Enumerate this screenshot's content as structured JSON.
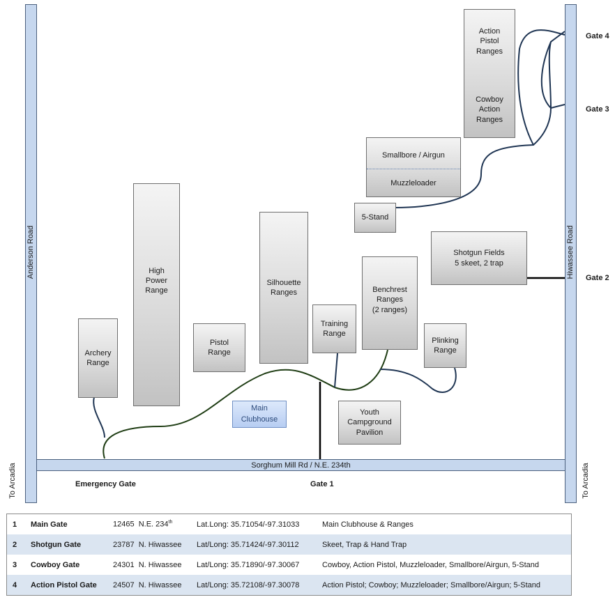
{
  "roads": {
    "anderson": "Anderson Road",
    "hiwassee": "Hiwassee Road",
    "sorghum": "Sorghum Mill Rd / N.E. 234th",
    "to_arcadia_left": "To Arcadia",
    "to_arcadia_right": "To Arcadia"
  },
  "gates": {
    "gate4": "Gate 4",
    "gate3": "Gate 3",
    "gate2": "Gate 2",
    "gate1": "Gate 1",
    "emergency": "Emergency Gate"
  },
  "facilities": {
    "action_pistol": "Action Pistol Ranges",
    "cowboy": "Cowboy Action Ranges",
    "smallbore": "Smallbore / Airgun",
    "muzzleloader": "Muzzleloader",
    "five_stand": "5-Stand",
    "shotgun_line1": "Shotgun Fields",
    "shotgun_line2": "5 skeet, 2 trap",
    "high_power": "High Power Range",
    "silhouette": "Silhouette Ranges",
    "benchrest_line1": "Benchrest Ranges",
    "benchrest_line2": "(2 ranges)",
    "training": "Training Range",
    "plinking": "Plinking Range",
    "pistol": "Pistol Range",
    "archery": "Archery Range",
    "clubhouse": "Main Clubhouse",
    "youth": "Youth Campground Pavilion"
  },
  "gate_table": [
    {
      "num": "1",
      "name": "Main Gate",
      "number": "12465",
      "street": "N.E. 234",
      "street_sup": "th",
      "coords": "Lat.Long: 35.71054/-97.31033",
      "serves": "Main Clubhouse & Ranges"
    },
    {
      "num": "2",
      "name": "Shotgun Gate",
      "number": "23787",
      "street": "N. Hiwassee",
      "street_sup": "",
      "coords": "Lat/Long: 35.71424/-97.30112",
      "serves": "Skeet, Trap & Hand Trap"
    },
    {
      "num": "3",
      "name": "Cowboy Gate",
      "number": "24301",
      "street": "N. Hiwassee",
      "street_sup": "",
      "coords": "Lat/Long: 35.71890/-97.30067",
      "serves": "Cowboy, Action Pistol, Muzzleloader, Smallbore/Airgun, 5-Stand"
    },
    {
      "num": "4",
      "name": "Action Pistol Gate",
      "number": "24507",
      "street": "N. Hiwassee",
      "street_sup": "",
      "coords": "Lat/Long: 35.72108/-97.30078",
      "serves": "Action Pistol; Cowboy; Muzzleloader; Smallbore/Airgun; 5-Stand"
    }
  ],
  "colors": {
    "road_fill": "#c6d7ee",
    "road_border": "#4a5f7d",
    "main_path": "#1f3d14",
    "side_path": "#1f3553",
    "table_stripe": "#dbe5f1"
  }
}
